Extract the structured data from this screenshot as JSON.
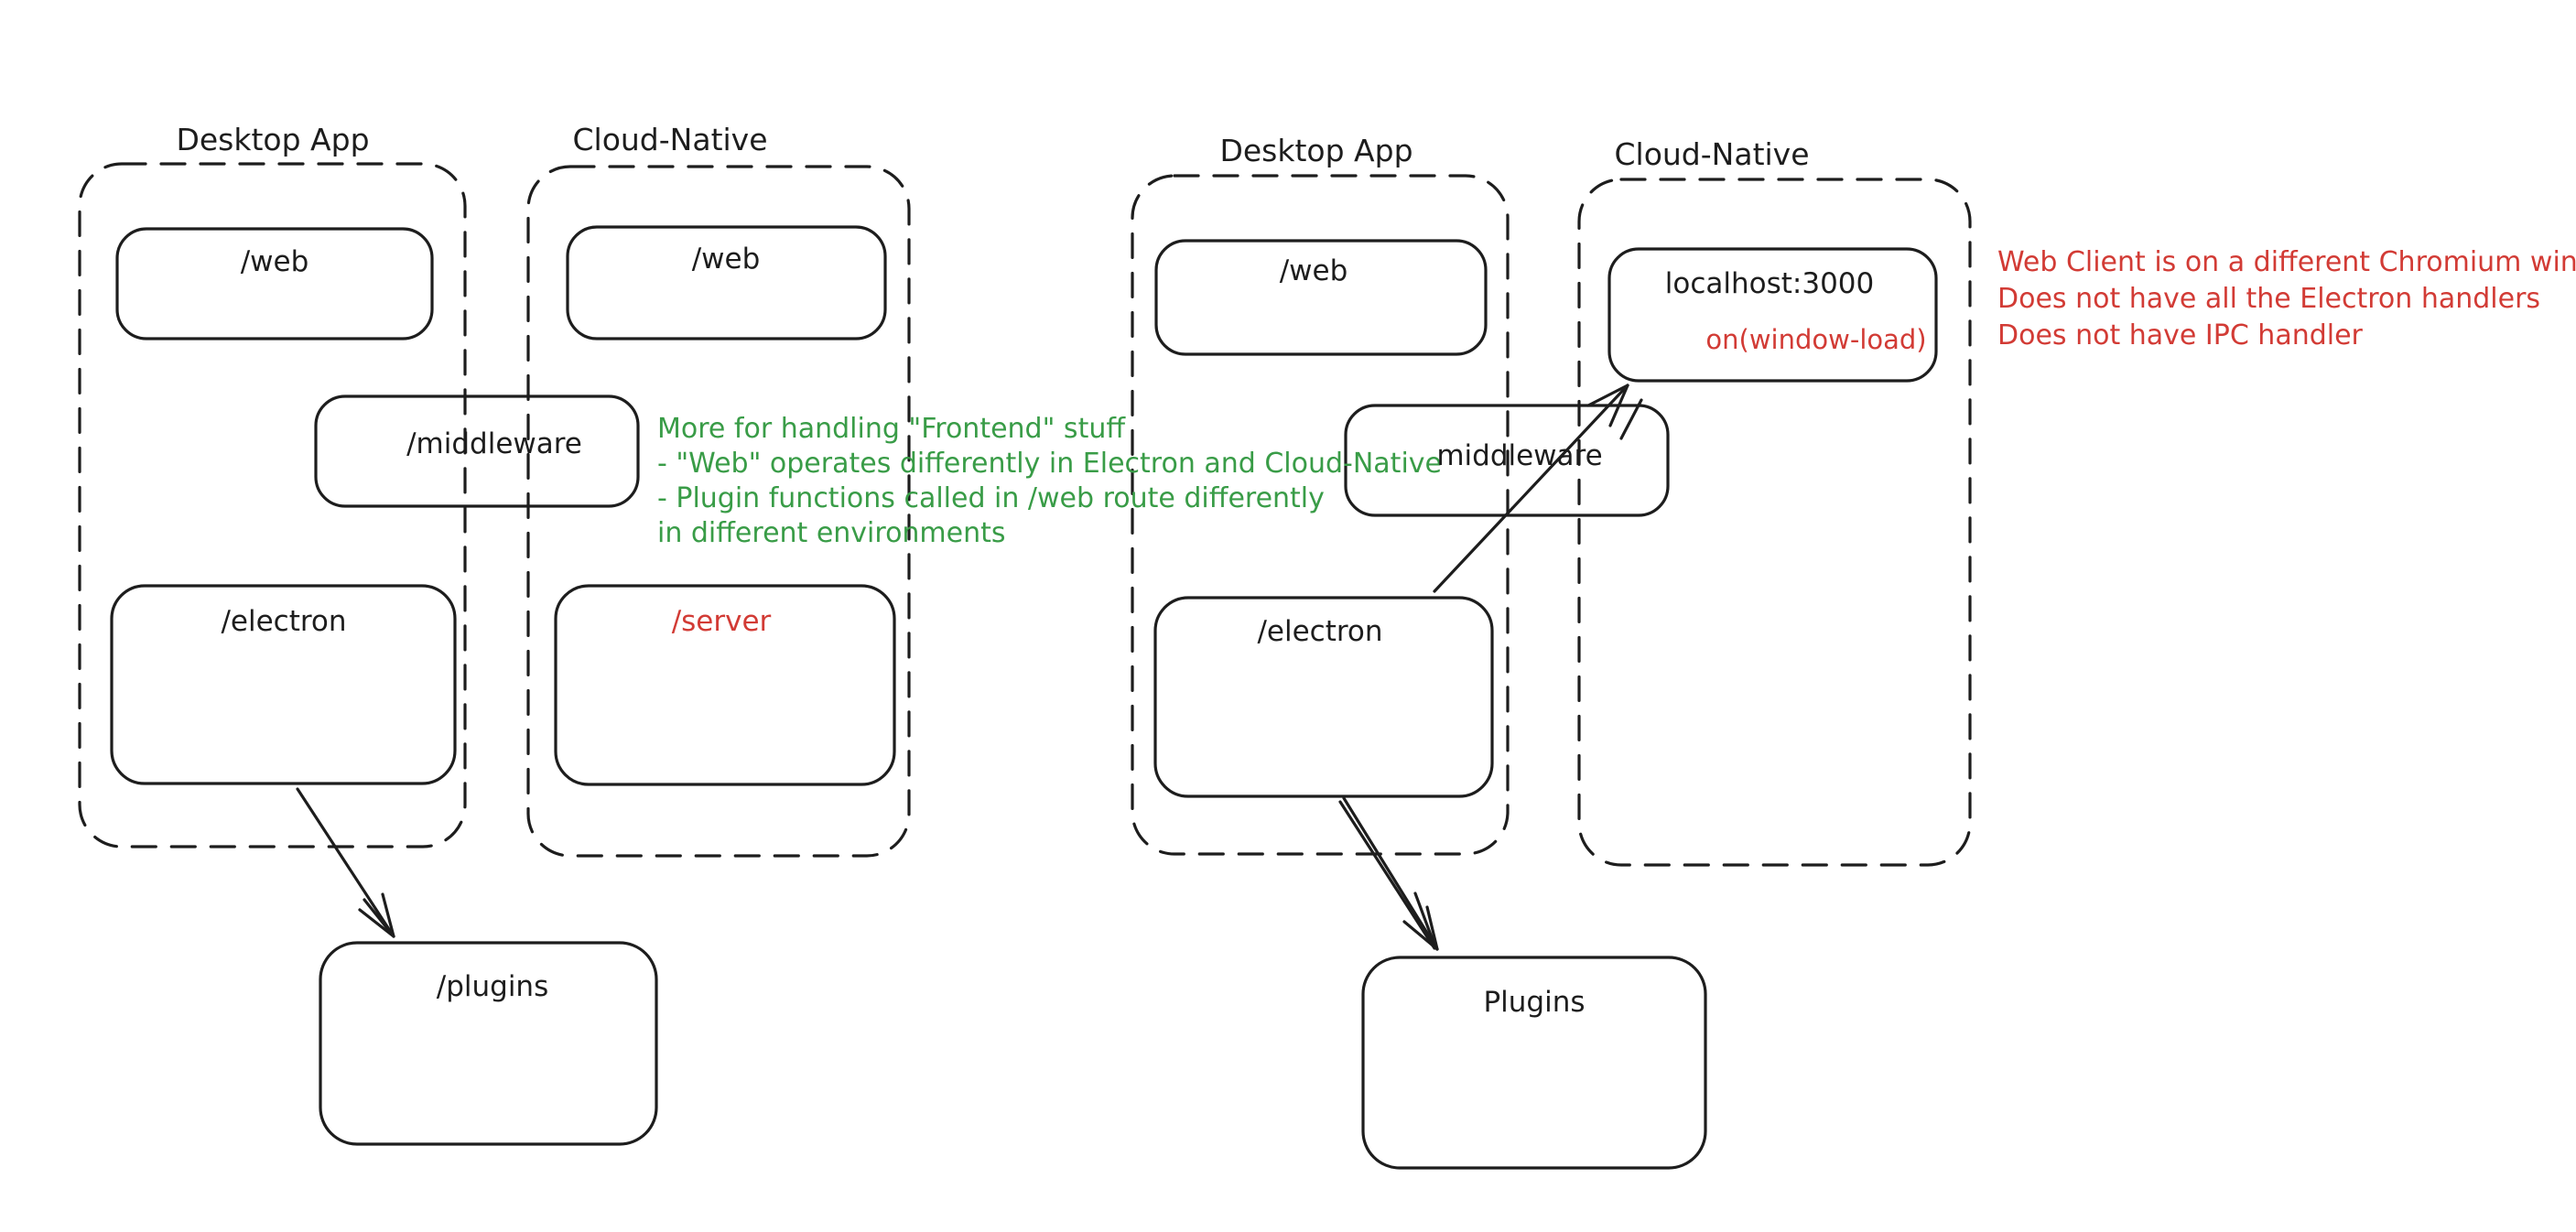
{
  "colors": {
    "ink": "#1d1d1d",
    "green": "#399c47",
    "red": "#d23b35",
    "background": "#ffffff"
  },
  "left": {
    "desktop": {
      "title": "Desktop App",
      "web": "/web",
      "electron": "/electron"
    },
    "cloud": {
      "title": "Cloud-Native",
      "web": "/web",
      "server": "/server"
    },
    "middleware": "/middleware",
    "plugins": "/plugins",
    "annotation": {
      "color": "#399c47",
      "lines": [
        "More for handling \"Frontend\" stuff",
        "- \"Web\" operates differently in Electron and Cloud-Native",
        "- Plugin functions called in /web route differently",
        "in different environments"
      ]
    }
  },
  "right": {
    "desktop": {
      "title": "Desktop App",
      "web": "/web",
      "electron": "/electron"
    },
    "cloud": {
      "title": "Cloud-Native",
      "localhost": "localhost:3000",
      "on_window_load": "on(window-load)"
    },
    "middleware": "middleware",
    "plugins": "Plugins",
    "annotation": {
      "color": "#d23b35",
      "lines": [
        "Web Client is on a different Chromium window",
        "Does not have all the Electron handlers",
        "Does not have IPC handler"
      ]
    }
  }
}
